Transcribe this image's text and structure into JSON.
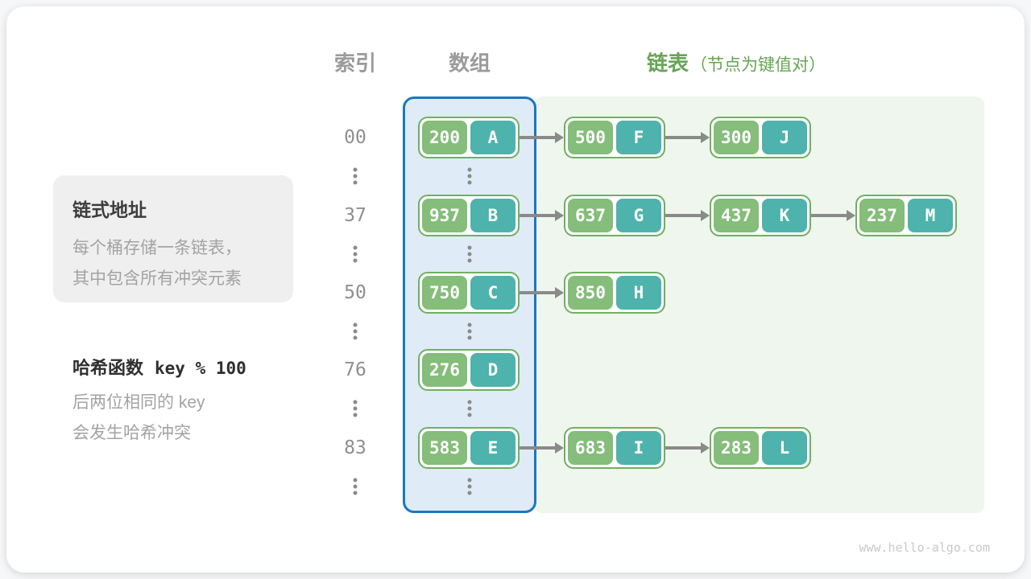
{
  "page": {
    "watermark": "www.hello-algo.com"
  },
  "headers": {
    "index": "索引",
    "array": "数组",
    "list": "链表",
    "list_note": "（节点为键值对）"
  },
  "info_box": {
    "title": "链式地址",
    "line1": "每个桶存储一条链表，",
    "line2": "其中包含所有冲突元素"
  },
  "hash_note": {
    "title": "哈希函数",
    "formula": "key % 100",
    "line1": "后两位相同的 key",
    "line2": "会发生哈希冲突"
  },
  "colors": {
    "key_green": "#85bd7a",
    "value_teal": "#4db3ac",
    "node_border": "#6fb05f",
    "array_fill": "#dfebf6",
    "array_border": "#1a78be",
    "list_fill": "#eff6ed",
    "arrow": "#8a8a8a",
    "header_green": "#67a455"
  },
  "rows": [
    {
      "index": "00",
      "bucket": {
        "key": "200",
        "value": "A"
      },
      "chain": [
        {
          "key": "500",
          "value": "F"
        },
        {
          "key": "300",
          "value": "J"
        }
      ]
    },
    {
      "index": "37",
      "bucket": {
        "key": "937",
        "value": "B"
      },
      "chain": [
        {
          "key": "637",
          "value": "G"
        },
        {
          "key": "437",
          "value": "K"
        },
        {
          "key": "237",
          "value": "M"
        }
      ]
    },
    {
      "index": "50",
      "bucket": {
        "key": "750",
        "value": "C"
      },
      "chain": [
        {
          "key": "850",
          "value": "H"
        }
      ]
    },
    {
      "index": "76",
      "bucket": {
        "key": "276",
        "value": "D"
      },
      "chain": []
    },
    {
      "index": "83",
      "bucket": {
        "key": "583",
        "value": "E"
      },
      "chain": [
        {
          "key": "683",
          "value": "I"
        },
        {
          "key": "283",
          "value": "L"
        }
      ]
    }
  ]
}
